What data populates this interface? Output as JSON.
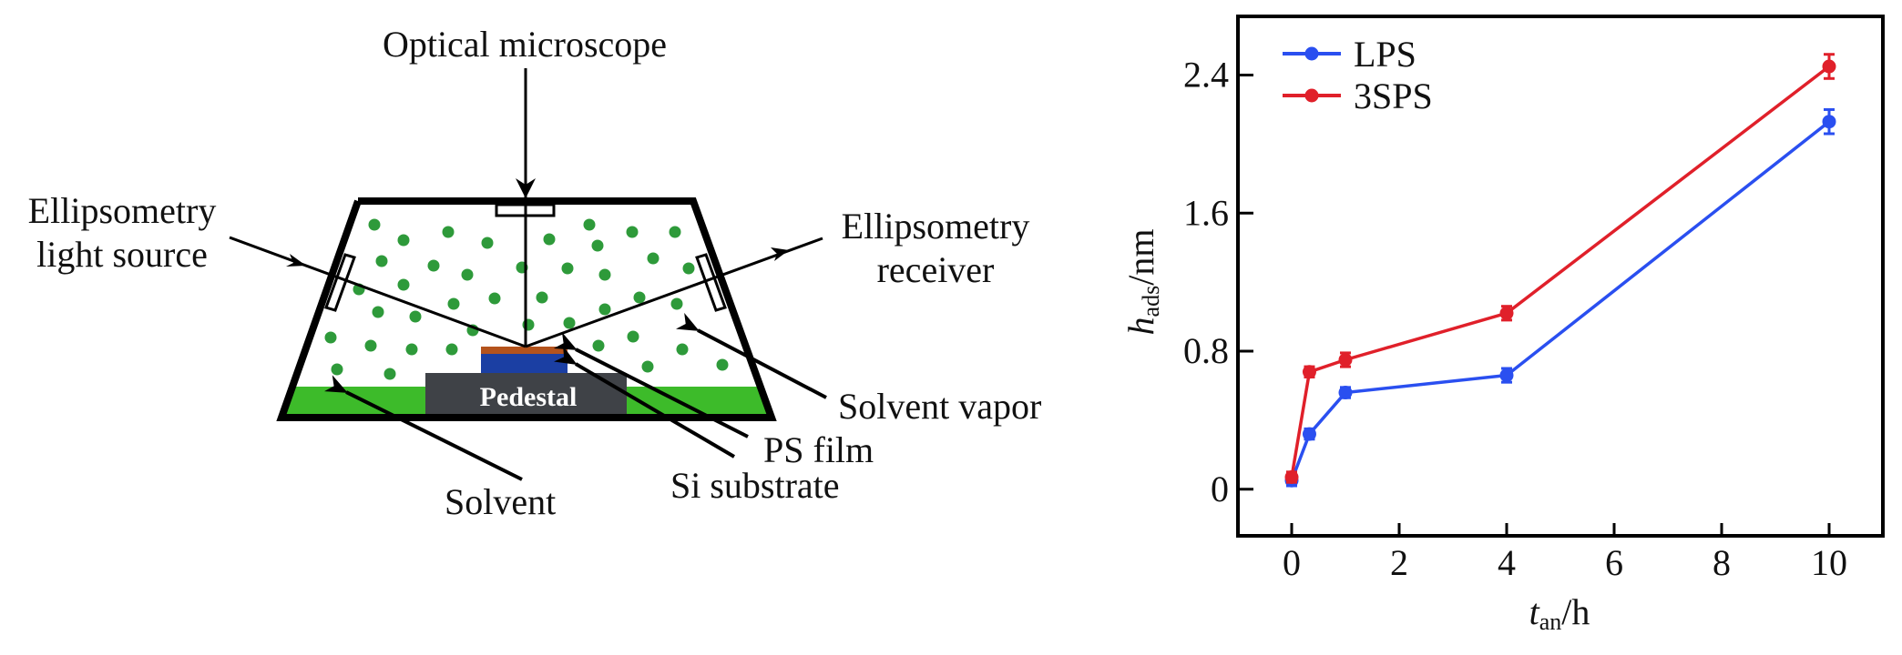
{
  "diagram": {
    "labels": {
      "microscope": "Optical microscope",
      "light_source_line1": "Ellipsometry",
      "light_source_line2": "light source",
      "receiver_line1": "Ellipsometry",
      "receiver_line2": "receiver",
      "solvent_vapor": "Solvent vapor",
      "ps_film": "PS film",
      "si_substrate": "Si substrate",
      "solvent": "Solvent",
      "pedestal": "Pedestal"
    },
    "colors": {
      "solvent": "#3dbb2a",
      "vapor_dot": "#2e9a3a",
      "pedestal": "#3f4247",
      "si_substrate": "#1b3fa3",
      "ps_film": "#b4531c",
      "outline": "#000000"
    }
  },
  "chart_data": {
    "type": "line",
    "title": "",
    "xlabel": "t_an/h",
    "xlabel_main": "t",
    "xlabel_sub": "an",
    "xlabel_unit": "/h",
    "ylabel": "h_ads/nm",
    "ylabel_main": "h",
    "ylabel_sub": "ads",
    "ylabel_unit": "/nm",
    "xlim": [
      -1,
      11
    ],
    "ylim": [
      -0.27,
      2.74
    ],
    "xticks": [
      0,
      2,
      4,
      6,
      8,
      10
    ],
    "xtick_labels": [
      "0",
      "2",
      "4",
      "6",
      "8",
      "10"
    ],
    "yticks": [
      0,
      0.8,
      1.6,
      2.4
    ],
    "ytick_labels": [
      "0",
      "0.8",
      "1.6",
      "2.4"
    ],
    "grid": false,
    "legend_position": "top-left",
    "x": [
      0,
      0.33,
      1,
      4,
      10
    ],
    "series": [
      {
        "name": "LPS",
        "color": "#2a4ff0",
        "values": [
          0.05,
          0.32,
          0.56,
          0.66,
          2.13
        ],
        "errors": [
          0.03,
          0.03,
          0.03,
          0.04,
          0.07
        ]
      },
      {
        "name": "3SPS",
        "color": "#e0202a",
        "values": [
          0.07,
          0.68,
          0.75,
          1.02,
          2.45
        ],
        "errors": [
          0.03,
          0.03,
          0.04,
          0.04,
          0.07
        ]
      }
    ]
  }
}
